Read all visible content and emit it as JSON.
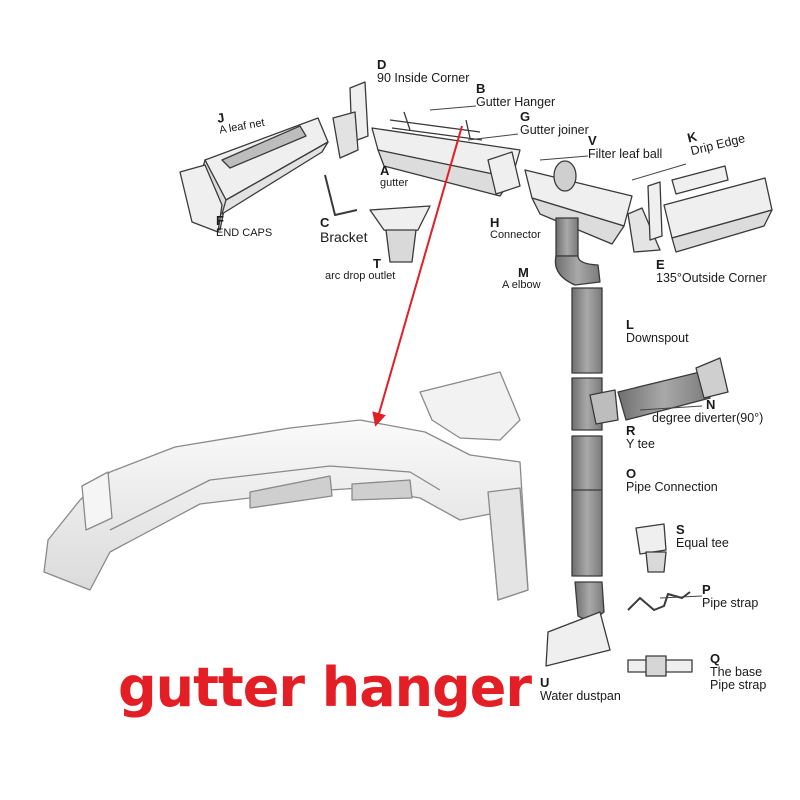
{
  "title": "gutter hanger",
  "colors": {
    "accent": "#e31e24",
    "line": "#3a3a3a",
    "part_fill": "#eeeeee",
    "pipe_fill": "#8f8f8f"
  },
  "parts": {
    "D": {
      "letter": "D",
      "name": "90 Inside Corner"
    },
    "B": {
      "letter": "B",
      "name": "Gutter Hanger"
    },
    "G": {
      "letter": "G",
      "name": "Gutter joiner"
    },
    "J": {
      "letter": "J",
      "name": "A leaf net"
    },
    "K": {
      "letter": "K",
      "name": "Drip Edge"
    },
    "V": {
      "letter": "V",
      "name": "Filter leaf ball"
    },
    "A": {
      "letter": "A",
      "name": "gutter"
    },
    "F": {
      "letter": "F",
      "name": "END CAPS"
    },
    "C": {
      "letter": "C",
      "name": "Bracket"
    },
    "H": {
      "letter": "H",
      "name": "Connector"
    },
    "T": {
      "letter": "T",
      "name": "arc drop outlet"
    },
    "M": {
      "letter": "M",
      "name": "A elbow"
    },
    "E": {
      "letter": "E",
      "name": "135°Outside Corner"
    },
    "L": {
      "letter": "L",
      "name": "Downspout"
    },
    "N": {
      "letter": "N",
      "name": "degree diverter(90°)"
    },
    "R": {
      "letter": "R",
      "name": "Y tee"
    },
    "O": {
      "letter": "O",
      "name": "Pipe Connection"
    },
    "S": {
      "letter": "S",
      "name": "Equal tee"
    },
    "P": {
      "letter": "P",
      "name": "Pipe strap"
    },
    "Q": {
      "letter": "Q",
      "name_line1": "The base",
      "name_line2": "Pipe strap"
    },
    "U": {
      "letter": "U",
      "name": "Water dustpan"
    }
  }
}
